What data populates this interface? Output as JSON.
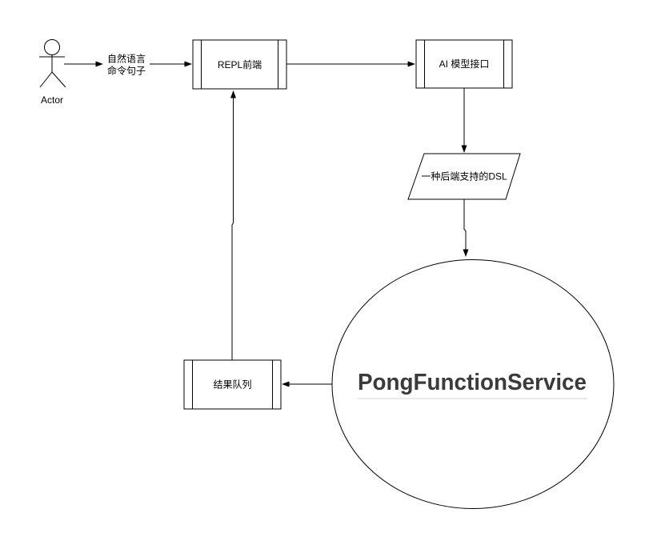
{
  "canvas": {
    "background": "#ffffff",
    "line_color": "#000000"
  },
  "actor": {
    "label": "Actor"
  },
  "edge_labels": {
    "nl_command": {
      "line1": "自然语言",
      "line2": "命令句子"
    }
  },
  "nodes": {
    "repl": {
      "label": "REPL前端"
    },
    "ai": {
      "label": "AI 模型接口"
    },
    "dsl": {
      "label": "一种后端支持的DSL"
    },
    "service": {
      "label": "PongFunctionService",
      "text_color": "#3b3b3b",
      "underline_color": "#e0e0e0"
    },
    "queue": {
      "label": "结果队列"
    }
  }
}
